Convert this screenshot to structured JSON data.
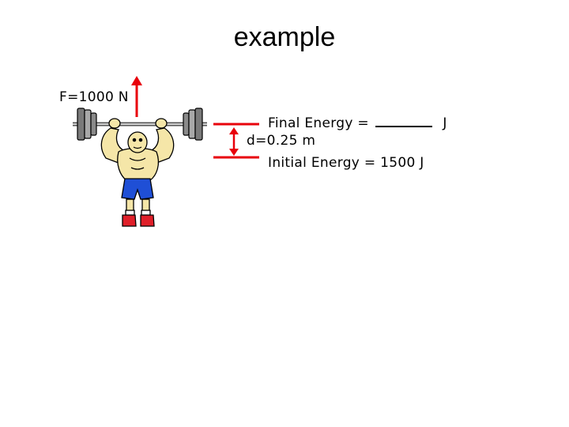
{
  "slide": {
    "title": "example"
  },
  "diagram": {
    "force_label": "F=1000 N",
    "distance_label": "d=0.25 m",
    "final_energy": {
      "text": "Final Energy =",
      "unit": "J"
    },
    "initial_energy": "Initial Energy = 1500 J"
  },
  "colors": {
    "arrow": "#e8000b",
    "shorts": "#1f4fd6",
    "skin": "#f5e6a8",
    "shoes": "#e0202a",
    "plates": "#8a8a8a"
  }
}
